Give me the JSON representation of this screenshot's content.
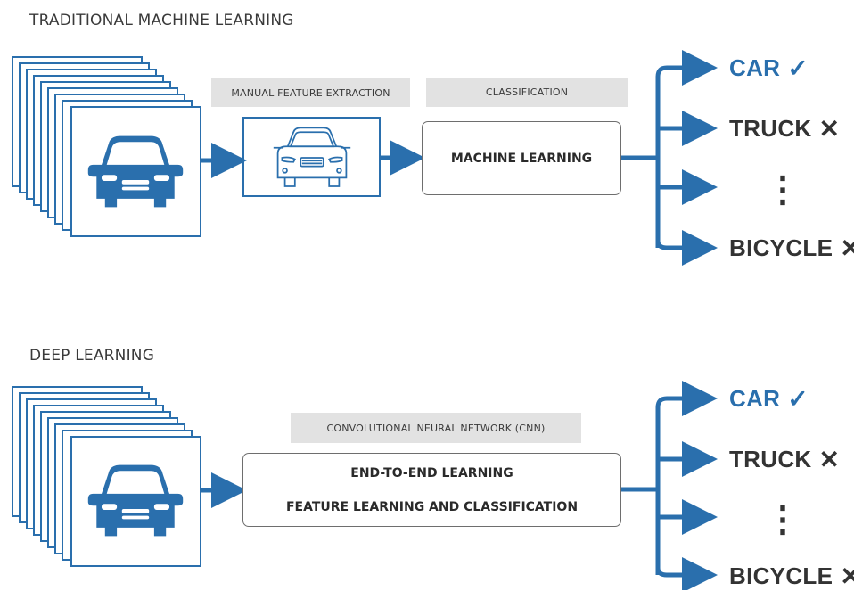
{
  "colors": {
    "accent": "#2a6fad",
    "tag_bg": "#e2e2e2",
    "text": "#333333"
  },
  "traditional": {
    "title": "TRADITIONAL MACHINE LEARNING",
    "feature_tag": "MANUAL FEATURE EXTRACTION",
    "class_tag": "CLASSIFICATION",
    "box_label": "MACHINE LEARNING",
    "outputs": [
      {
        "label": "CAR",
        "mark": "✓",
        "result": "match"
      },
      {
        "label": "TRUCK",
        "mark": "✕",
        "result": "no-match"
      },
      {
        "label": "⋮",
        "mark": "",
        "result": "ellipsis"
      },
      {
        "label": "BICYCLE",
        "mark": "✕",
        "result": "no-match"
      }
    ]
  },
  "deep": {
    "title": "DEEP LEARNING",
    "cnn_tag": "CONVOLUTIONAL NEURAL NETWORK (CNN)",
    "box_line1": "END-TO-END LEARNING",
    "box_line2": "FEATURE LEARNING AND CLASSIFICATION",
    "outputs": [
      {
        "label": "CAR",
        "mark": "✓",
        "result": "match"
      },
      {
        "label": "TRUCK",
        "mark": "✕",
        "result": "no-match"
      },
      {
        "label": "⋮",
        "mark": "",
        "result": "ellipsis"
      },
      {
        "label": "BICYCLE",
        "mark": "✕",
        "result": "no-match"
      }
    ]
  },
  "icons": [
    "image-stack-icon",
    "car-icon",
    "car-outline-icon",
    "arrow-right-icon",
    "check-icon",
    "cross-icon",
    "vertical-ellipsis-icon"
  ]
}
